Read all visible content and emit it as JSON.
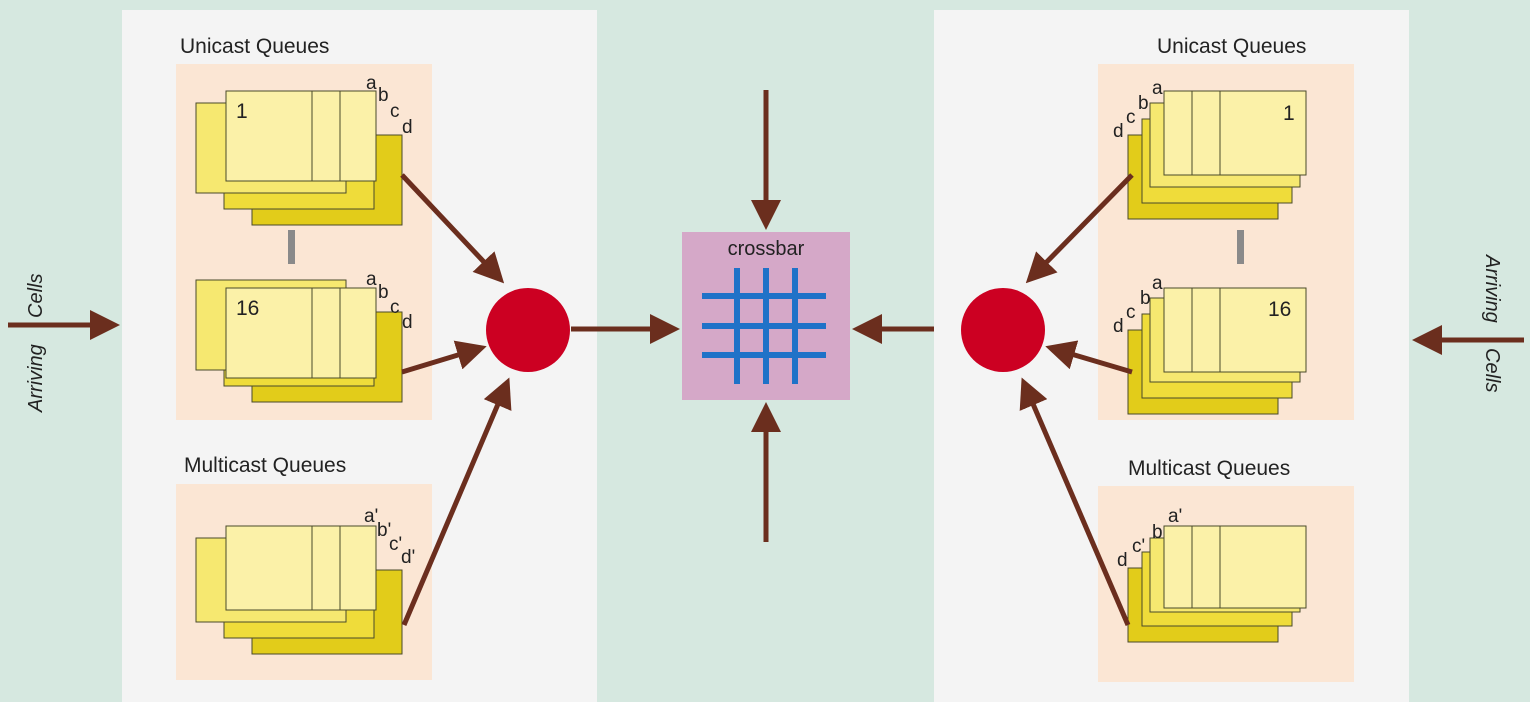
{
  "colors": {
    "background": "#d6e8e0",
    "panel": "#f4f4f4",
    "queue_group": "#fbe6d4",
    "queue_fill": "#fbf1a8",
    "queue_edge": "#e2cc1a",
    "queue_stroke": "#4a4a2a",
    "arrow": "#6b2e1e",
    "scheduler": "#cc0022",
    "crossbar_box": "#d5a8c8",
    "crossbar_grid": "#1f72c8",
    "separator": "#8a8a8a"
  },
  "left_panel": {
    "unicast_title": "Unicast Queues",
    "multicast_title": "Multicast Queues",
    "queue_1": {
      "number": "1",
      "letters": [
        "a",
        "b",
        "c",
        "d"
      ]
    },
    "queue_16": {
      "number": "16",
      "letters": [
        "a",
        "b",
        "c",
        "d"
      ]
    },
    "multicast_queue": {
      "letters": [
        "a'",
        "b'",
        "c'",
        "d'"
      ]
    },
    "arriving_word1": "Arriving",
    "arriving_word2": "Cells"
  },
  "right_panel": {
    "unicast_title": "Unicast Queues",
    "multicast_title": "Multicast Queues",
    "queue_1": {
      "number": "1",
      "letters": [
        "a",
        "b",
        "c",
        "d"
      ]
    },
    "queue_16": {
      "number": "16",
      "letters": [
        "a",
        "b",
        "c",
        "d"
      ]
    },
    "multicast_queue": {
      "letters": [
        "a'",
        "b",
        "c'",
        "d"
      ]
    },
    "arriving_word1": "Arriving",
    "arriving_word2": "Cells"
  },
  "crossbar": {
    "label": "crossbar"
  }
}
